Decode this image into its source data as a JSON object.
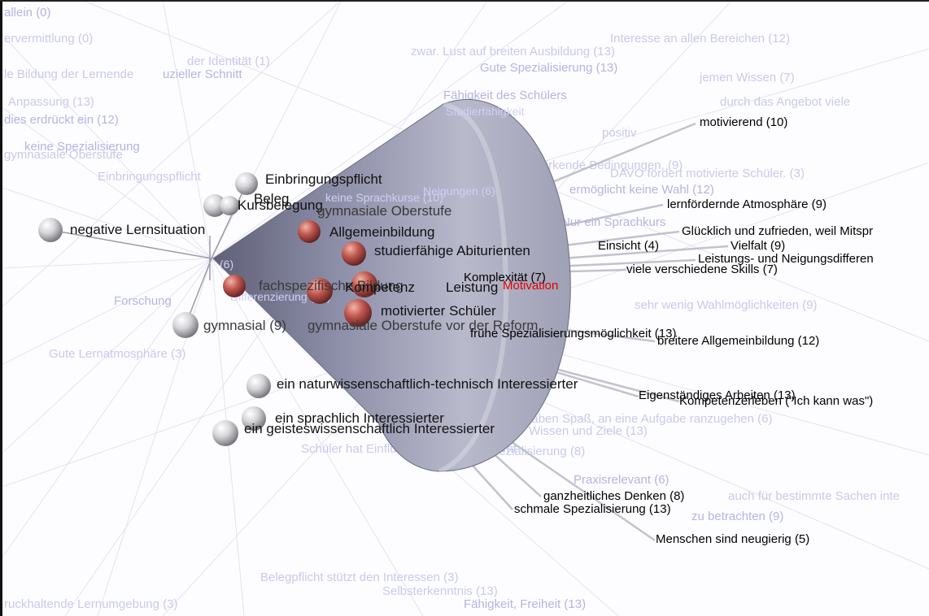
{
  "colors": {
    "background": "#fdfdff",
    "cone": "#8a8ba6",
    "sphere_silver": "#d8d8dc",
    "sphere_red": "#c45050",
    "ray": "#b8b8c6",
    "ghost_text": "#c9c9ec"
  },
  "background_labels": [
    "allein (0)",
    "ervermittlung (0)",
    "le Bildung der Lernende",
    "uzieller Schnitt",
    "der Identität (1)",
    "Anpassung (13)",
    "dies erdrückt ein (12)",
    "Interesse an allen Bereichen (12)",
    "zwar. Lust auf breiten Ausbildung (13)",
    "Gute Spezialisierung (13)",
    "jemen Wissen (7)",
    "durch das Angebot viele",
    "Fähigkeit des Schülers",
    "einwirkende Bedingungen, (9)",
    "DAVO fördert motivierte Schüler. (3)",
    "ermöglicht keine Wahl (12)",
    "Schüler haben Spaß, an eine Aufgabe ranzugehen (6)",
    "Wissen und Ziele (13)",
    "Praxisrelevant (6)",
    "Schüler hat Einfluss darauf, was er lernt",
    "auch für bestimmte Sachen inte",
    "zu betrachten (9)",
    "Belegpflicht stützt den Interessen (3)",
    "Selbsterkenntnis (13)",
    "Fähigkeit, Freiheit (13)",
    "ruckhaltende Lernumgebung (3)",
    "gymnasiale Oberstufe",
    "keine Spezialisierung",
    "Einbringungspflicht",
    "positiv",
    "Forschung",
    "Spezialisierung (8)",
    "Gute Lernatmosphäre (3)",
    "Nur ein Sprachkurs",
    "sehr wenig Wahlmöglichkeiten (9)"
  ],
  "cone_labels": [
    "Studierfähigkeit",
    "(6)",
    "Differenzierung (13)",
    "keine Sprachkurse (10)",
    "Neigungen (6)"
  ],
  "sphere_labels": [
    "Einbringungspflicht",
    "Beleg",
    "Kursbelegung",
    "negative Lernsituation",
    "gymnasiale Oberstufe",
    "Allgemeinbildung",
    "studierfähige Abiturienten",
    "fachspezifische Bildung",
    "Kompetenz",
    "Leistung",
    "motivierter Schüler",
    "gymnasiale Oberstufe vor der Reform",
    "gymnasial (9)",
    "ein naturwissenschaftlich-technisch Interessierter",
    "ein sprachlich Interessierter",
    "ein geisteswissenschaftlich Interessierter"
  ],
  "red_label": "Motivation",
  "ray_labels": [
    "motivierend (10)",
    "lernfördernde Atmosphäre (9)",
    "Glücklich und zufrieden, weil Mitspr",
    "Vielfalt (9)",
    "Einsicht (4)",
    "Leistungs- und Neigungsdifferen",
    "viele verschiedene Skills (7)",
    "Komplexität (7)",
    "frühe Spezialisierungsmöglichkeit (13)",
    "breitere Allgemeinbildung (12)",
    "Eigenständiges Arbeiten (13)",
    "Kompetenzerleben (\"Ich kann was\")",
    "ganzheitliches Denken (8)",
    "schmale Spezialisierung (13)",
    "Menschen sind neugierig (5)"
  ]
}
